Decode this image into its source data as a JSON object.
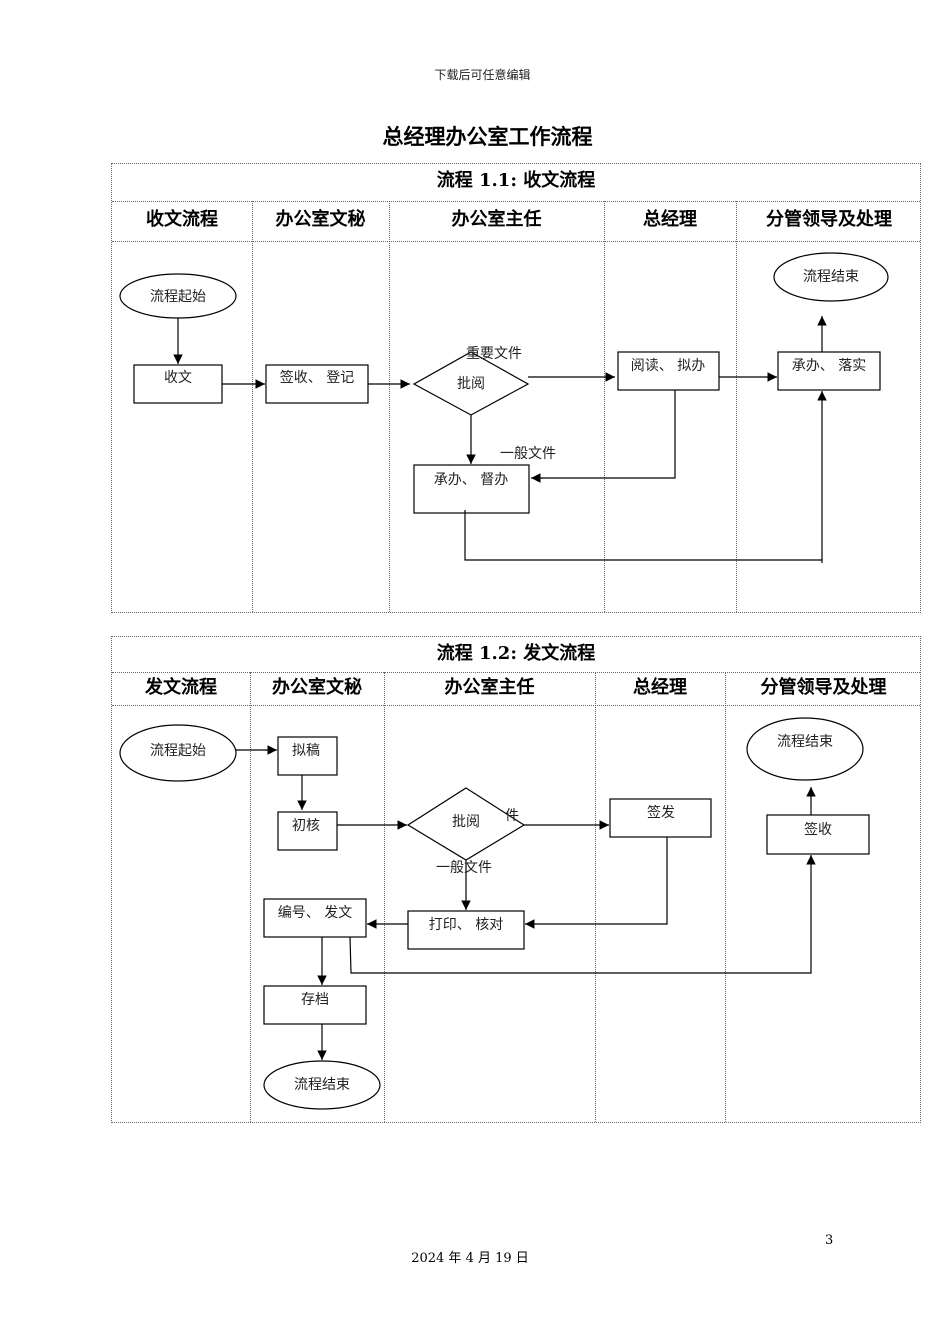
{
  "header_note": "下载后可任意编辑",
  "doc_title": "总经理办公室工作流程",
  "receive": {
    "title": "流程 1.1: 收文流程",
    "columns": [
      "收文流程",
      "办公室文秘",
      "办公室主任",
      "总经理",
      "分管领导及处理"
    ],
    "nodes": {
      "start": "流程起始",
      "receive_doc": "收文",
      "sign_register": "签收、 登记",
      "review": "批阅",
      "read_draft": "阅读、 拟办",
      "handle_implement": "承办、 落实",
      "end": "流程结束",
      "handle_supervise": "承办、 督办"
    },
    "labels": {
      "important": "重要文件",
      "general": "一般文件"
    }
  },
  "send": {
    "title": "流程 1.2: 发文流程",
    "columns": [
      "发文流程",
      "办公室文秘",
      "办公室主任",
      "总经理",
      "分管领导及处理"
    ],
    "nodes": {
      "start": "流程起始",
      "draft": "拟稿",
      "initial_check": "初核",
      "review": "批阅",
      "issue": "签发",
      "end_right": "流程结束",
      "sign_receive": "签收",
      "number_send": "编号、 发文",
      "print_check": "打印、 核对",
      "archive": "存档",
      "end_bottom": "流程结束"
    },
    "labels": {
      "partial": "件",
      "general": "一般文件"
    }
  },
  "page_number": "3",
  "footer_date": "2024 年 4 月 19 日"
}
